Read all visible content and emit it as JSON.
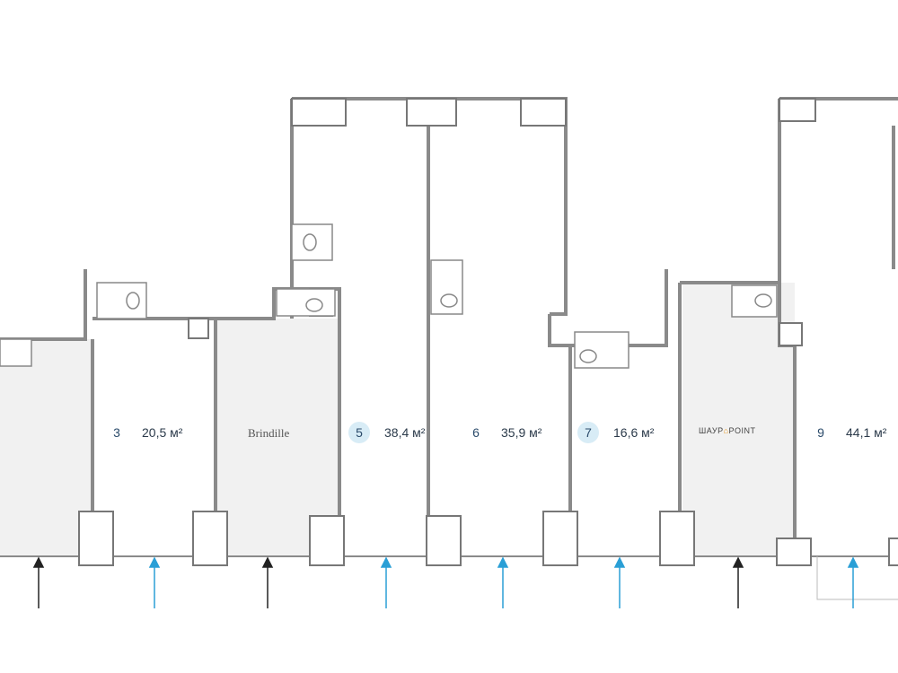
{
  "units": [
    {
      "number": "3",
      "area": "20,5 м²",
      "available": true
    },
    {
      "tenant": "Brindille",
      "available": false
    },
    {
      "number": "5",
      "area": "38,4 м²",
      "available": true,
      "highlighted": true
    },
    {
      "number": "6",
      "area": "35,9 м²",
      "available": true
    },
    {
      "number": "7",
      "area": "16,6 м²",
      "available": true,
      "highlighted": true
    },
    {
      "tenant": "ШаурPOINT",
      "tenant_prefix": "ШАУР",
      "tenant_suffix": "POINT",
      "available": false
    },
    {
      "number": "9",
      "area": "44,1 м²",
      "available": true
    }
  ],
  "colors": {
    "wall": "#8a8a8a",
    "occupied": "#f1f1f1",
    "entrance_available": "#2a9fd6",
    "entrance_occupied": "#222222",
    "highlight": "#d8ecf6"
  }
}
